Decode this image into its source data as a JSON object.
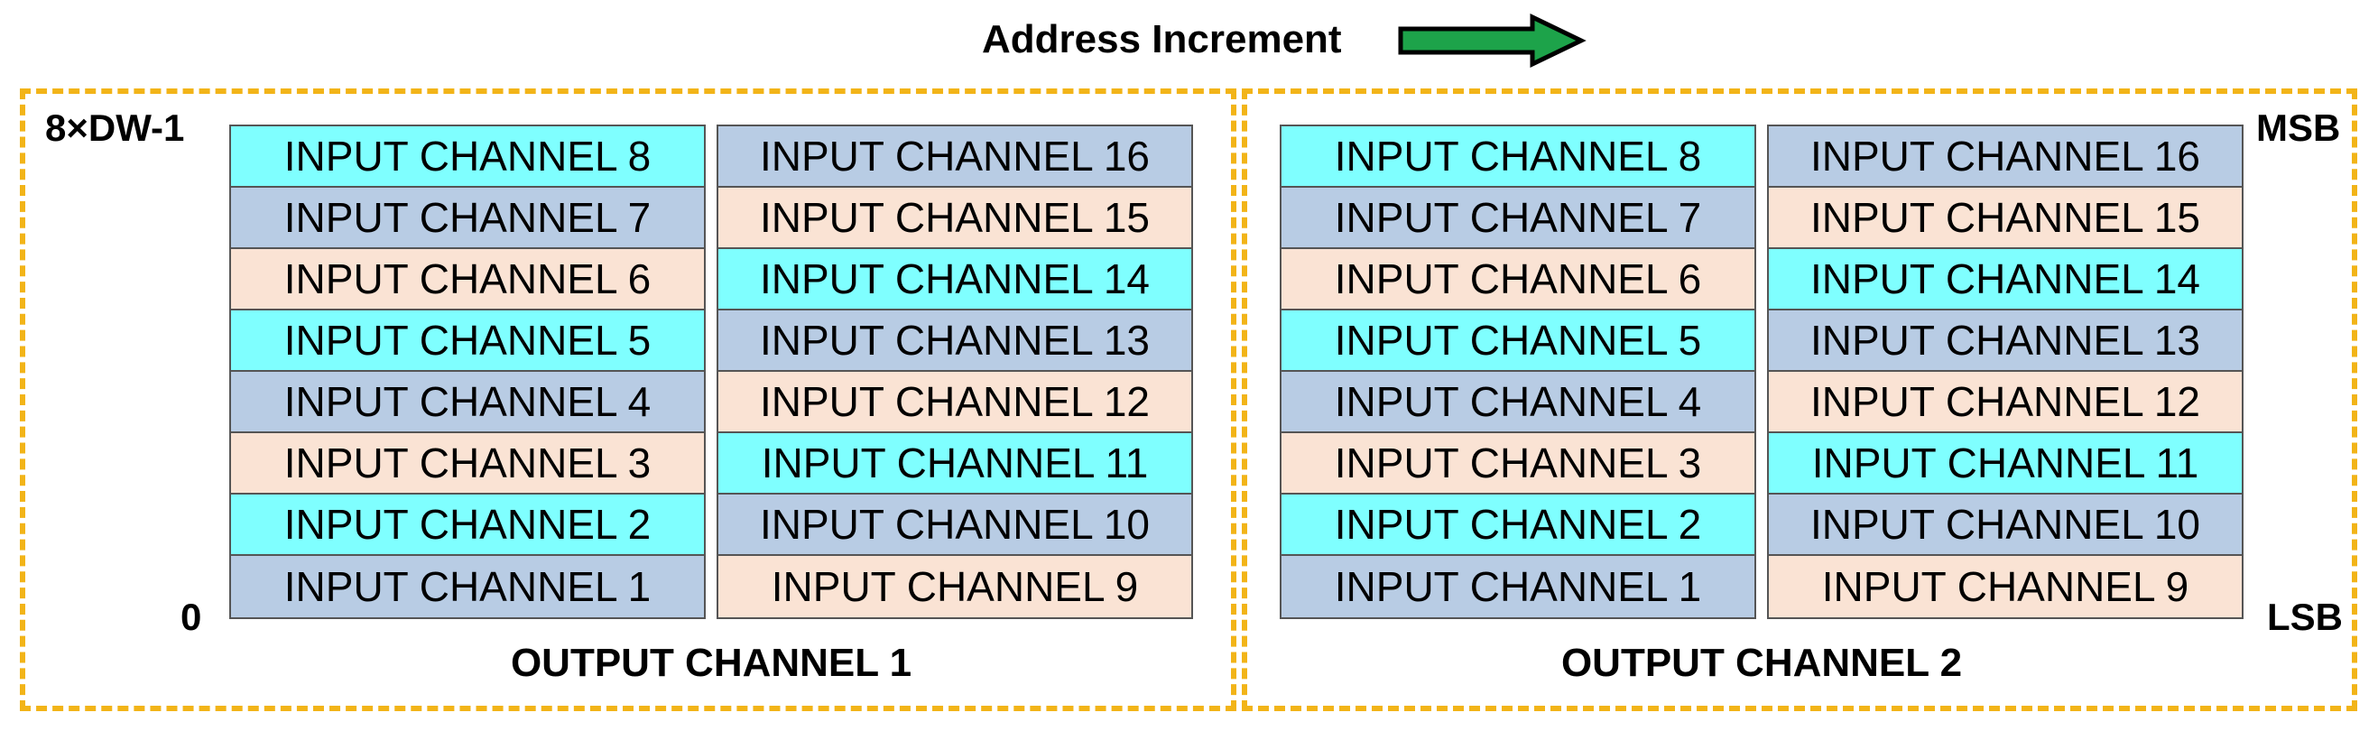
{
  "header": {
    "title": "Address Increment"
  },
  "axis": {
    "top_left": "8×DW-1",
    "bottom_left": "0",
    "top_right": "MSB",
    "bottom_right": "LSB"
  },
  "colors": {
    "cyan": "#7FFFFF",
    "blue": "#B8CCE4",
    "peach": "#FAE3D4",
    "dash": "#F2B418",
    "arrow": "#1DA34A"
  },
  "outputs": [
    {
      "label": "OUTPUT CHANNEL 1",
      "col_a": [
        "INPUT CHANNEL 8",
        "INPUT CHANNEL 7",
        "INPUT CHANNEL 6",
        "INPUT CHANNEL 5",
        "INPUT CHANNEL 4",
        "INPUT CHANNEL 3",
        "INPUT CHANNEL 2",
        "INPUT CHANNEL 1"
      ],
      "col_b": [
        "INPUT CHANNEL 16",
        "INPUT CHANNEL 15",
        "INPUT CHANNEL 14",
        "INPUT CHANNEL 13",
        "INPUT CHANNEL 12",
        "INPUT CHANNEL 11",
        "INPUT CHANNEL 10",
        "INPUT CHANNEL 9"
      ]
    },
    {
      "label": "OUTPUT CHANNEL 2",
      "col_a": [
        "INPUT CHANNEL 8",
        "INPUT CHANNEL 7",
        "INPUT CHANNEL 6",
        "INPUT CHANNEL 5",
        "INPUT CHANNEL 4",
        "INPUT CHANNEL 3",
        "INPUT CHANNEL 2",
        "INPUT CHANNEL 1"
      ],
      "col_b": [
        "INPUT CHANNEL 16",
        "INPUT CHANNEL 15",
        "INPUT CHANNEL 14",
        "INPUT CHANNEL 13",
        "INPUT CHANNEL 12",
        "INPUT CHANNEL 11",
        "INPUT CHANNEL 10",
        "INPUT CHANNEL 9"
      ]
    }
  ]
}
